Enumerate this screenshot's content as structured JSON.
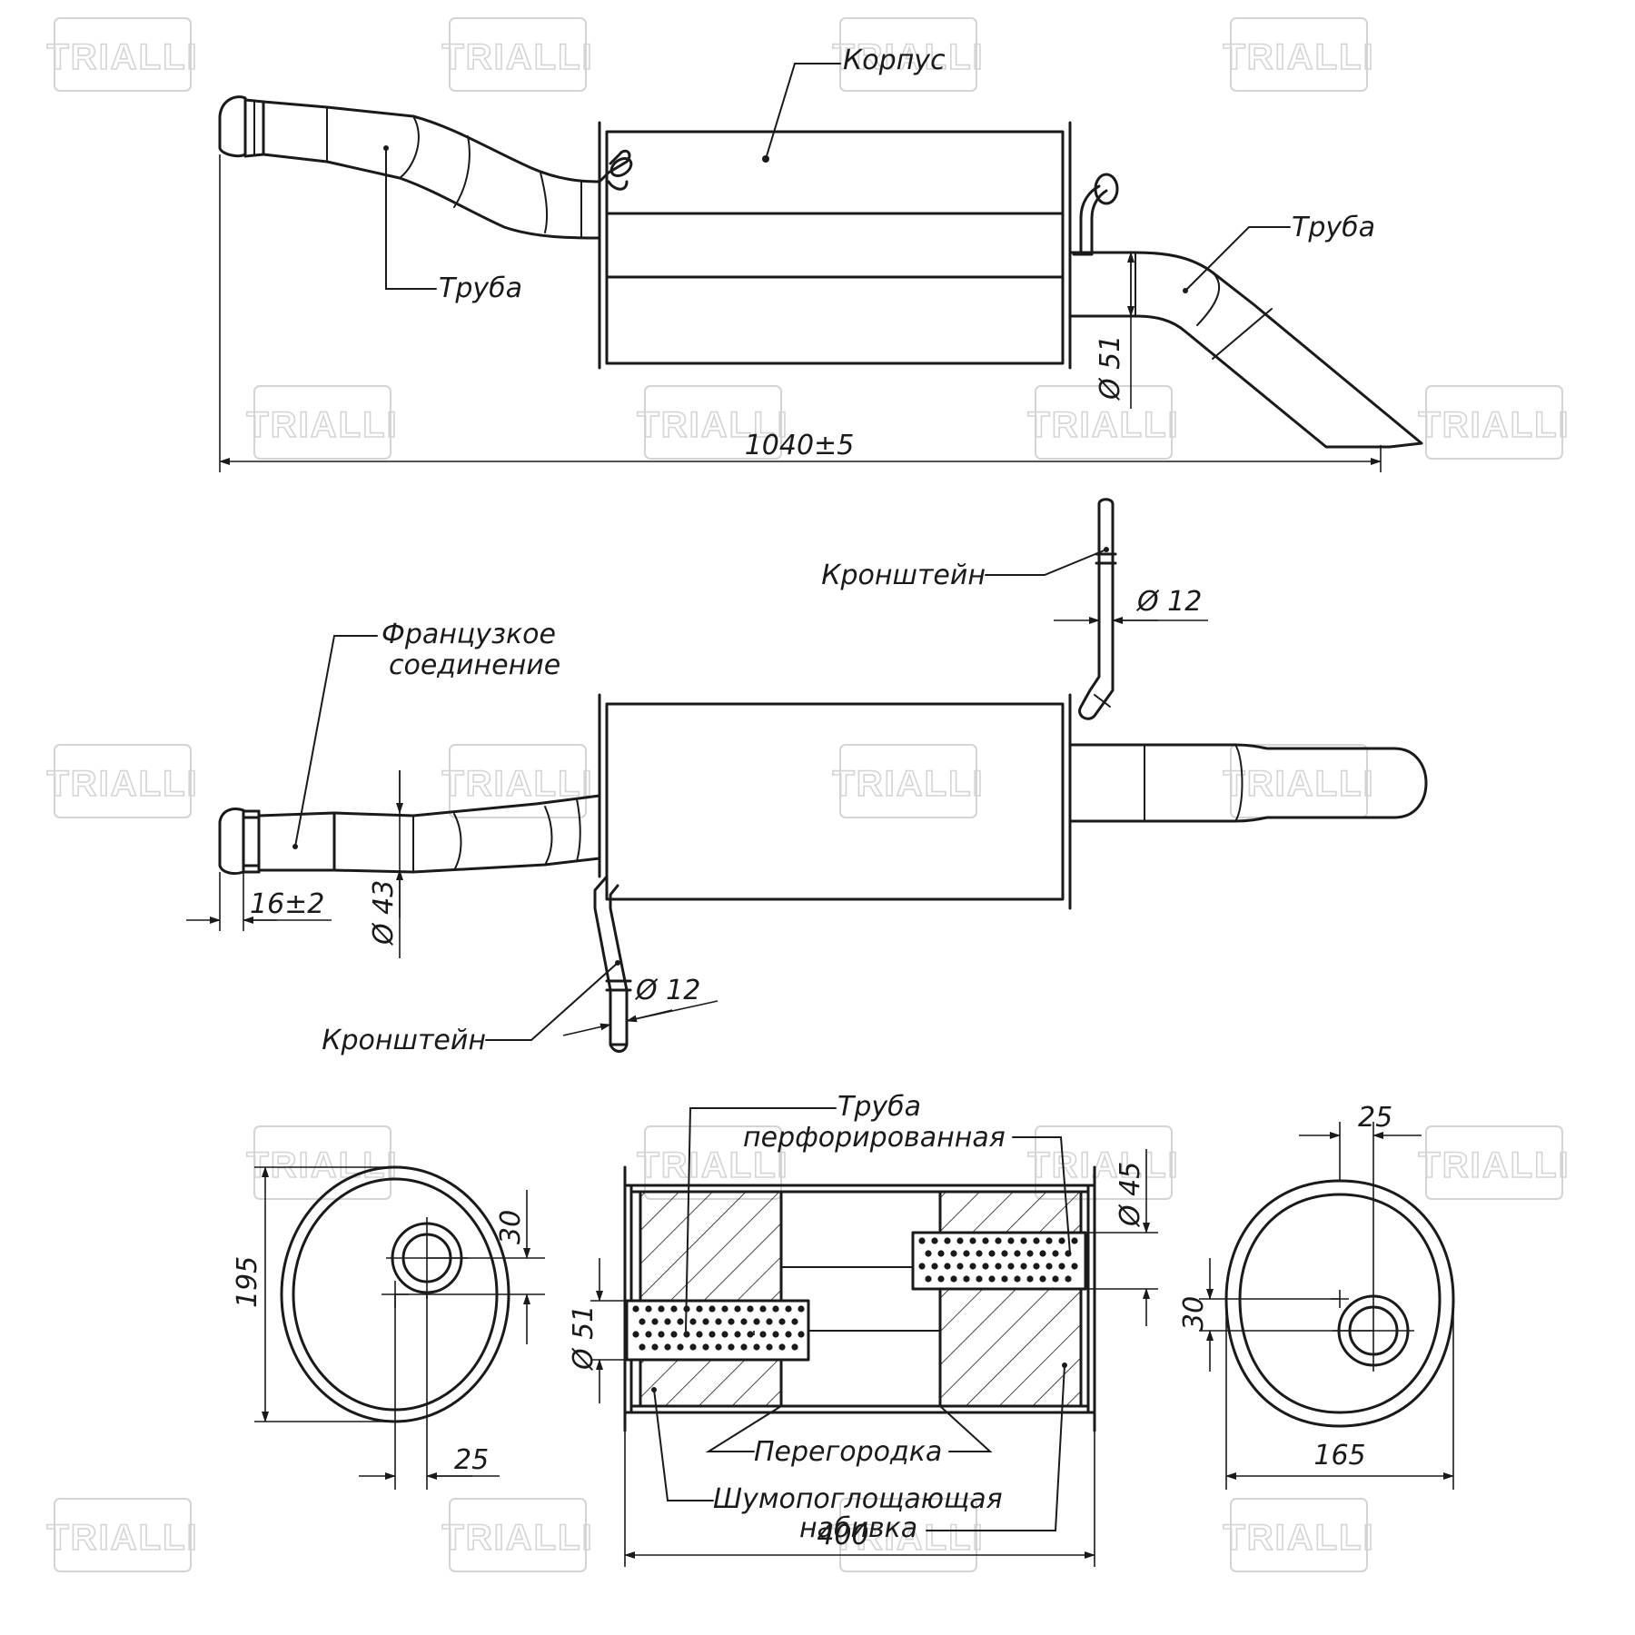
{
  "brand": {
    "watermark": "TRIALLI"
  },
  "labels": {
    "body": "Корпус",
    "pipe_inlet": "Труба",
    "pipe_outlet": "Труба",
    "bracket_top": "Кронштейн",
    "bracket_bottom": "Кронштейн",
    "french_joint_l1": "Французкое",
    "french_joint_l2": "соединение",
    "perforated_l1": "Труба",
    "perforated_l2": "перфорированная",
    "baffle": "Перегородка",
    "packing_l1": "Шумопоглощающая",
    "packing_l2": "набивка"
  },
  "dimensions": {
    "total_length": "1040±5",
    "outlet_diameter": "Ø 51",
    "bracket_diameter_top": "Ø 12",
    "bracket_diameter_bottom": "Ø 12",
    "inlet_diameter": "Ø 43",
    "socket_length": "16±2",
    "section_height": "195",
    "left_offset_vertical": "30",
    "left_offset_horizontal": "25",
    "inner_pipe_diameter": "Ø 51",
    "outlet_pipe_diameter": "Ø 45",
    "body_length": "400",
    "right_offset_horizontal": "25",
    "right_offset_vertical": "30",
    "section_width": "165"
  }
}
